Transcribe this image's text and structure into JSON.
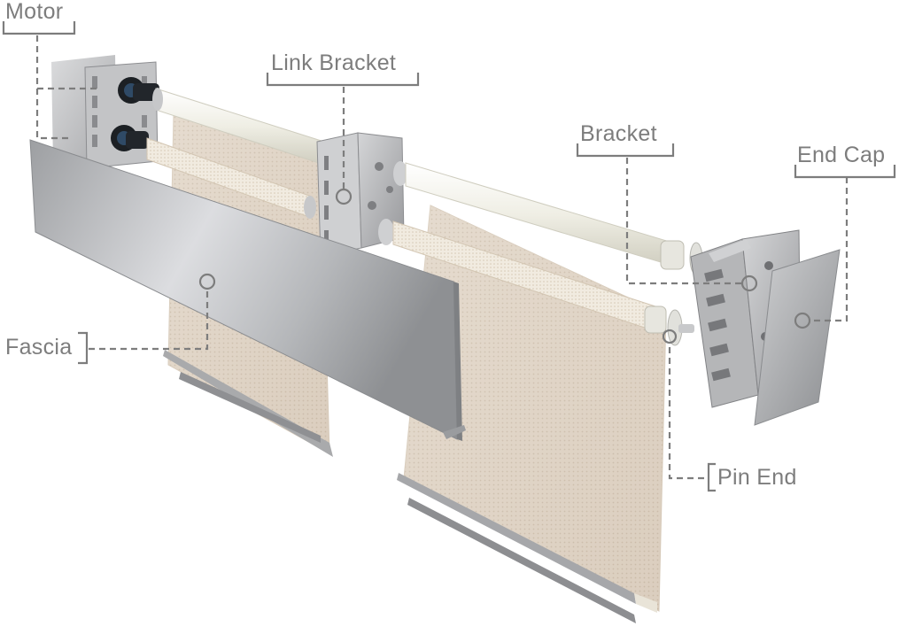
{
  "diagram": {
    "labels": {
      "motor": "Motor",
      "link_bracket": "Link Bracket",
      "bracket": "Bracket",
      "end_cap": "End Cap",
      "fascia": "Fascia",
      "pin_end": "Pin End"
    }
  },
  "colors": {
    "label_text": "#7d7d7d",
    "leader_line": "#7d7d7d",
    "fabric": "#e4d9cc",
    "fabric_dark": "#c9b8a4",
    "roller": "#efeee6",
    "fascia_light": "#d7d8da",
    "fascia_dark": "#8f9194",
    "bracket_metal": "#b9babc",
    "bracket_dark": "#8a8b8d",
    "motor_black": "#1c2024"
  }
}
